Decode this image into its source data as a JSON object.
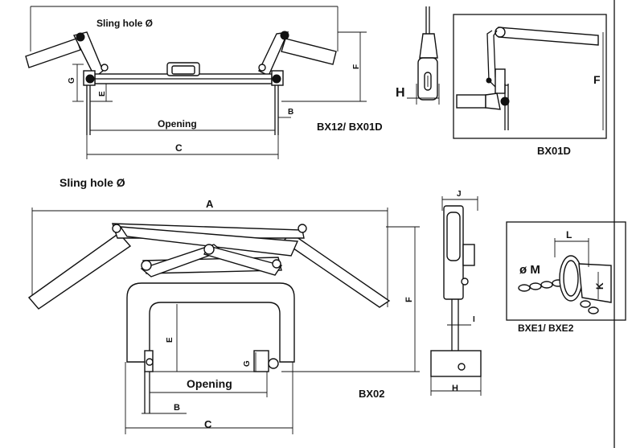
{
  "labels": {
    "sling_hole_top": "Sling hole Ø",
    "sling_hole_bottom": "Sling hole Ø",
    "opening_top": "Opening",
    "opening_bottom": "Opening",
    "dim_A": "A",
    "dim_B_top": "B",
    "dim_B_bottom": "B",
    "dim_C_top": "C",
    "dim_C_bottom": "C",
    "dim_E_top": "E",
    "dim_E_bottom": "E",
    "dim_F_top": "F",
    "dim_F_bottom": "F",
    "dim_F_box": "F",
    "dim_G_top": "G",
    "dim_G_bottom": "G",
    "dim_H_top": "H",
    "dim_H_bottom": "H",
    "dim_I": "I",
    "dim_J": "J",
    "dim_K": "K",
    "dim_L": "L",
    "dim_M": "ø M",
    "model_bx12": "BX12/ BX01D",
    "model_bx01d": "BX01D",
    "model_bx02": "BX02",
    "model_bxe": "BXE1/ BXE2"
  }
}
